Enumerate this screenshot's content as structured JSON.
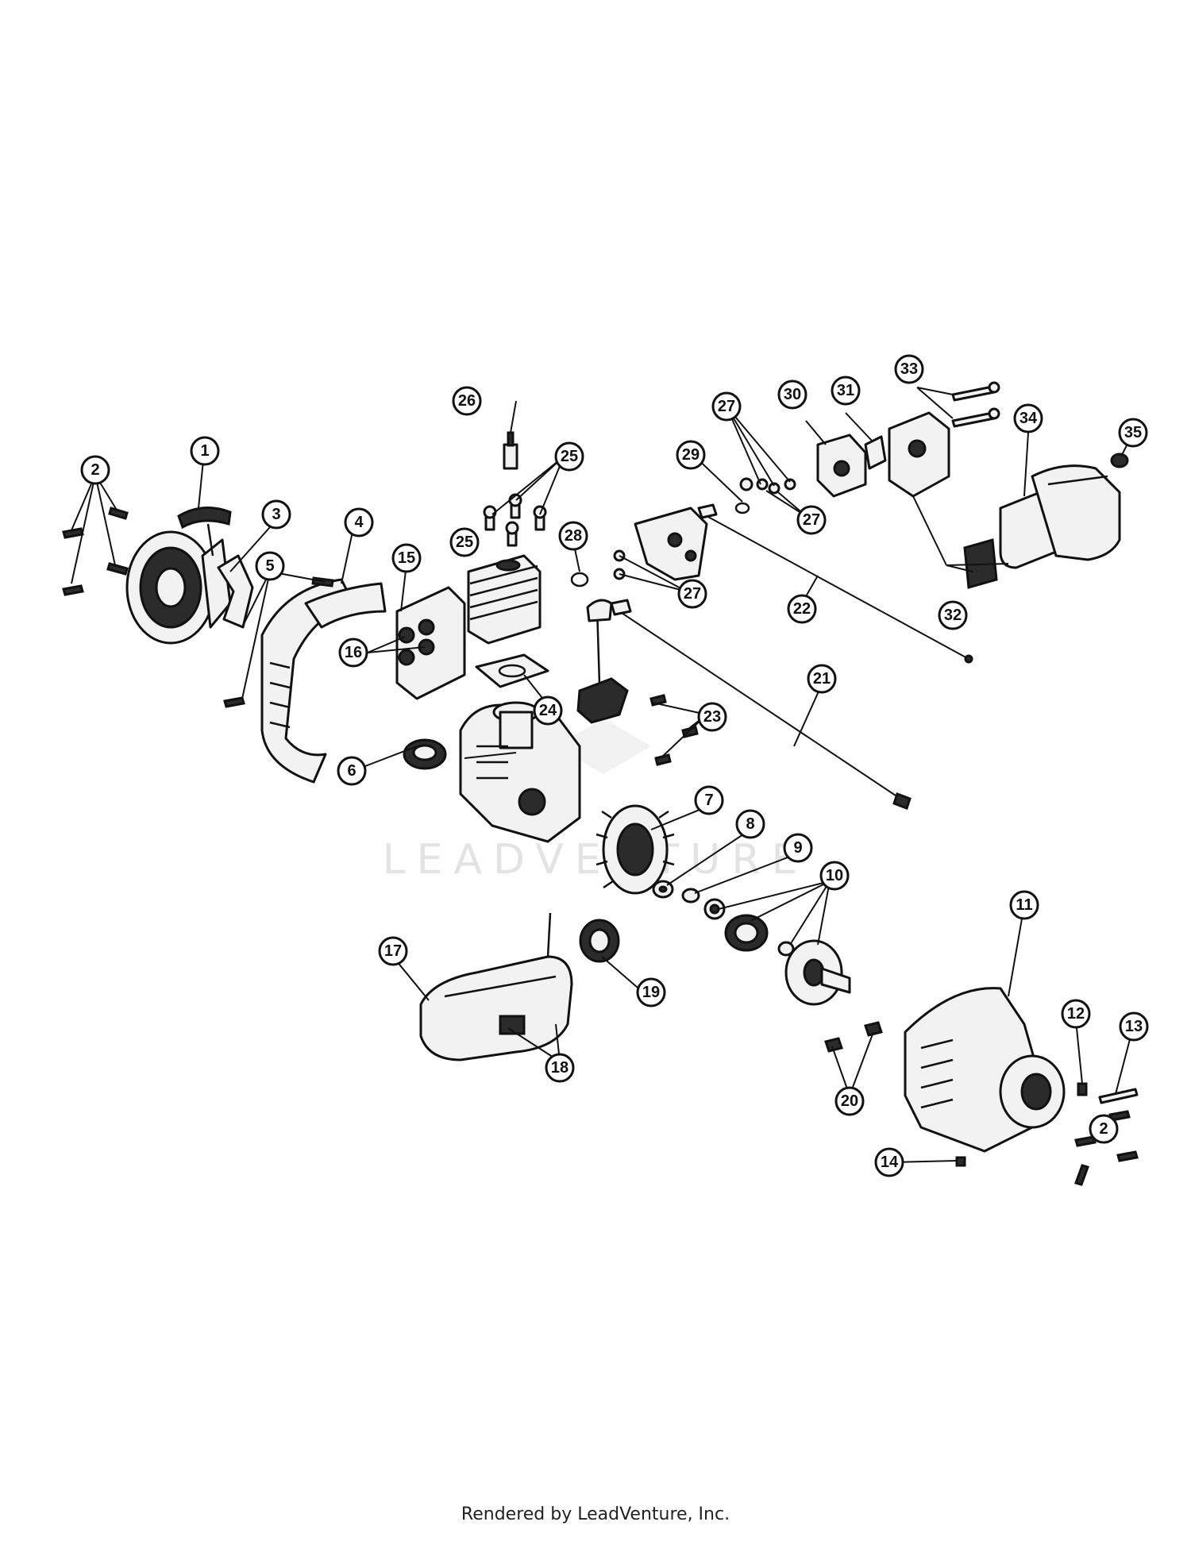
{
  "watermark": "LEADVENTURE",
  "footer": "Rendered by LeadVenture, Inc.",
  "callouts": [
    "1",
    "2",
    "3",
    "4",
    "5",
    "6",
    "7",
    "8",
    "9",
    "10",
    "11",
    "12",
    "13",
    "14",
    "15",
    "16",
    "17",
    "18",
    "19",
    "20",
    "21",
    "22",
    "23",
    "24",
    "25",
    "26",
    "27",
    "28",
    "29",
    "30",
    "31",
    "32",
    "33",
    "34",
    "35"
  ]
}
